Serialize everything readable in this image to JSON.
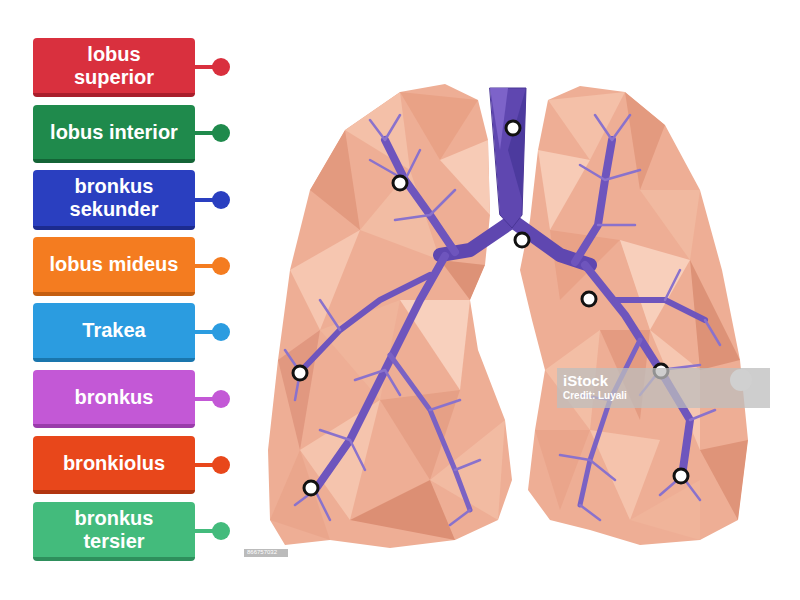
{
  "diagram": {
    "nodes": [
      {
        "text": [
          "lobus superior"
        ]
      },
      {
        "text": [
          "lobus interior"
        ]
      },
      {
        "text": [
          "bronkus sekunder"
        ]
      },
      {
        "text": [
          "lobus mideus"
        ]
      },
      {
        "text": [
          "Trakea"
        ]
      },
      {
        "text": [
          "bronkus"
        ]
      },
      {
        "text": [
          "bronkiolus"
        ]
      },
      {
        "text": [
          "bronkus tersier"
        ]
      }
    ],
    "labels": [
      "iStock",
      "Credit: Luyali",
      "866757032"
    ]
  }
}
